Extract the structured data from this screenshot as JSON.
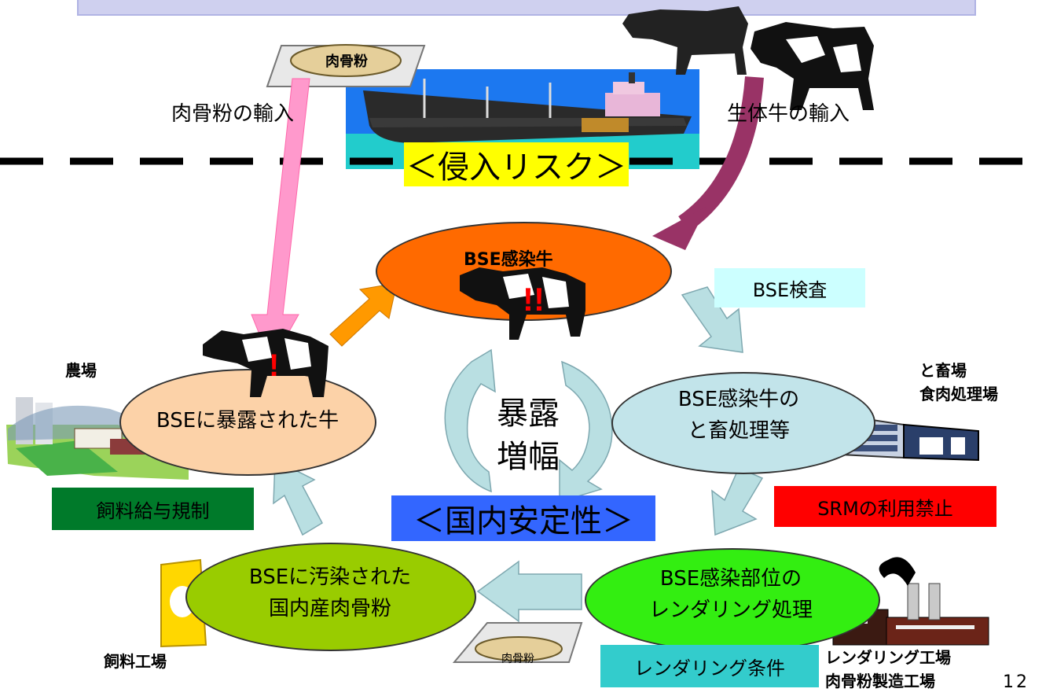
{
  "risk": {
    "mbm_sack_label": "肉骨粉",
    "mbm_import": "肉骨粉の輸入",
    "cattle_import": "生体牛の輸入",
    "invasion_title": "＜侵入リスク＞"
  },
  "cycle": {
    "infected_cattle": "BSE感染牛",
    "exposed_cattle": "BSEに暴露された牛",
    "slaughter": "BSE感染牛の\nと畜処理等",
    "rendering": "BSE感染部位の\nレンダリング処理",
    "contaminated_mbm": "BSEに汚染された\n国内産肉骨粉",
    "center_top": "暴露",
    "center_bottom": "増幅",
    "domestic_title": "＜国内安定性＞"
  },
  "facilities": {
    "farm": "農場",
    "slaughterhouse_1": "と畜場",
    "slaughterhouse_2": "食肉処理場",
    "feed_factory": "飼料工場",
    "rendering_plant_1": "レンダリング工場",
    "rendering_plant_2": "肉骨粉製造工場",
    "small_mbm_label": "肉骨粉"
  },
  "controls": {
    "bse_test": "BSE検査",
    "srm_ban": "SRMの利用禁止",
    "feed_ban": "飼料給与規制",
    "rendering_conditions": "レンダリング条件"
  },
  "page_number": "12",
  "colors": {
    "top_bar": "#cfd0ef",
    "infected_ellipse": "#ff6a00",
    "exposed_ellipse": "#fcd2a8",
    "slaughter_ellipse": "#c2e4ea",
    "rendering_ellipse": "#33ee11",
    "mbm_ellipse": "#99cc00",
    "bse_test_box": "#ccffff",
    "srm_ban_box": "#ff0000",
    "feed_ban_box": "#007a2a",
    "rendering_cond_box": "#33cccc",
    "domestic_title_box": "#3366ff",
    "invasion_title_box": "#ffff00",
    "pink_arrow": "#ff99cc",
    "purple_arrow": "#993366",
    "orange_arrow": "#ff9900",
    "pale_arrow": "#b9dfe2"
  }
}
